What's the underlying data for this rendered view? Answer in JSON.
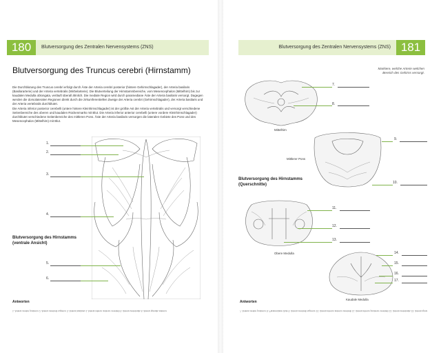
{
  "left": {
    "page_number": "180",
    "header_title": "Blutversorgung des Zentralen Nervensystems (ZNS)",
    "title": "Blutversorgung des Truncus cerebri (Hirnstamm)",
    "body_paragraphs": [
      "Die Durchblutung des Truncus cerebri erfolgt durch Äste der Arteria cerebri posterior (hintere Gehirnschlagader), der Arteria basilaris (Basilararterie) und der Arteria vertebralis (Wirbelarterie). Die Blutverteilung der Hirnstammbereiche, vom Mesencephalon (Mittelhirn) bis zur kaudalen Medulla oblongata, verläuft überall ähnlich. Die mediale Region wird durch paramediane Äste der Arteria basilaris versorgt. Dagegen werden die dorsolateralen Regionen direkt durch die zirkumferentiellen Zweige der Arteria cerebri (Gehirnschlagader), der Arteria basilaris und der Arteria vertebralis durchblutet.",
      "Die Arteria inferior posterior cerebelli (untere hintere Kleinhirnschlagader) ist der größte Ast der Arteria vertebralis und versorgt verschiedene Seitenbereiche des oberen und kaudalen Rückenmarks mit Blut. Die Arteria inferior anterior cerebelli (untere vordere Kleinhirnschlagader) durchblutet verschiedene Seitenbereiche des mittleren Pons. Äste der Arteria basilaris versorgen die lateralen Gebiete des Pons und des Mesencephalon (Mittelhirn) mit Blut."
    ],
    "figure_caption_line1": "Blutversorgung des Hirnstamms",
    "figure_caption_line2": "(ventrale Ansicht)",
    "labels": [
      "1.",
      "2.",
      "3.",
      "4.",
      "5.",
      "6."
    ],
    "answers_heading": "Antworten",
    "answers_text": "1. Arteria cerebri posterior 2. Arteria cerebelli superior 3. Arteria basilaris 4. Arteria inferior anterior cerebelli 5. Arteria vertebralis 6. Arteria spinalis anterior"
  },
  "right": {
    "page_number": "181",
    "header_title": "Blutversorgung des Zentralen Nervensystems (ZNS)",
    "note_line1": "Markiere, welche Arterie welchen",
    "note_line2": "Bereich des Gehirns versorgt.",
    "section_labels": {
      "mittelhirn": "Mittelhirn",
      "mittlerer_pons": "Mittlerer Pons",
      "obere_medulla": "Obere Medulla",
      "kaudale_medulla": "Kaudale Medulla"
    },
    "figure_caption_line1": "Blutversorgung des Hirnstamms",
    "figure_caption_line2": "(Querschnitte)",
    "labels": [
      "7.",
      "8.",
      "9.",
      "10.",
      "11.",
      "12.",
      "13.",
      "14.",
      "15.",
      "16.",
      "17."
    ],
    "answers_heading": "Antworten",
    "answers_text": "7. Arteria cerebri posterior 8. Paramediane Äste 9. Arteria cerebelli superior 10. Arteria inferior anterior cerebelli 11. Arteria inferior posterior cerebelli 12. Arteria vertebralis 13. Arteria spinalis anterior 14. Arteria spinalis posterior"
  }
}
